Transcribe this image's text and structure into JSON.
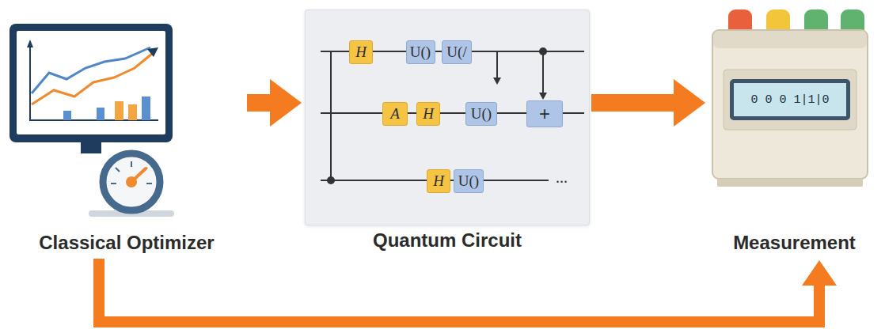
{
  "diagram": {
    "nodes": [
      {
        "text": [
          "Classical Optimizer"
        ]
      },
      {
        "text": [
          "Quantum Circuit"
        ]
      },
      {
        "text": [
          "H"
        ],
        "in": 1
      },
      {
        "text": [
          "U()"
        ],
        "in": 1
      },
      {
        "text": [
          "U(/"
        ],
        "in": 1
      },
      {
        "text": [
          "A"
        ],
        "in": 1
      },
      {
        "text": [
          "H"
        ],
        "in": 1
      },
      {
        "text": [
          "U()"
        ],
        "in": 1
      },
      {
        "text": [
          "+"
        ],
        "in": 1
      },
      {
        "text": [
          "H"
        ],
        "in": 1
      },
      {
        "text": [
          "U()"
        ],
        "in": 1
      },
      {
        "text": [
          "Measurement"
        ]
      },
      {
        "text": [
          "0 0 0 1|1|0"
        ],
        "in": 11
      }
    ],
    "edges": [
      {
        "from": 0,
        "to": 1,
        "arrow": "to"
      },
      {
        "from": 1,
        "to": 11,
        "arrow": "to"
      },
      {
        "from": 0,
        "to": 11,
        "arrow": "to"
      }
    ],
    "labels": [
      "..."
    ]
  }
}
